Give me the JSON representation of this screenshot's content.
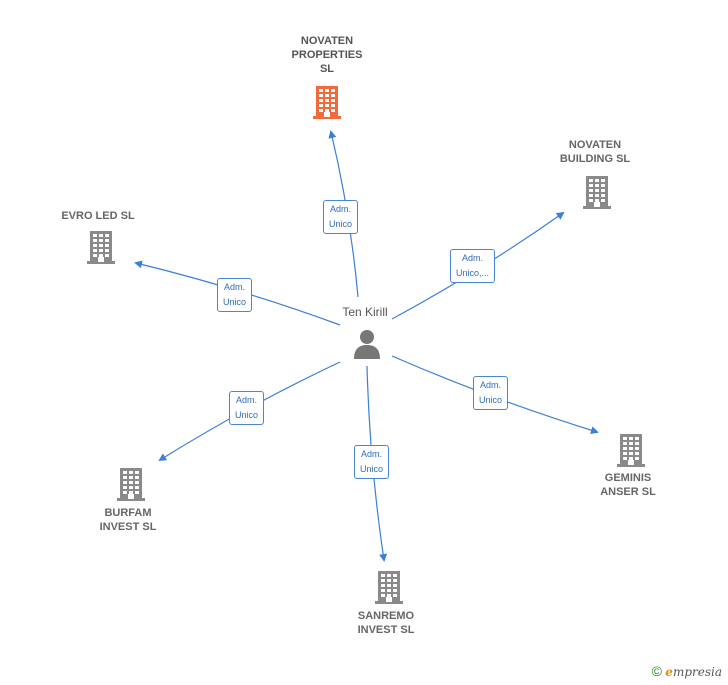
{
  "center": {
    "label": "Ten Kirill",
    "icon": "person-icon"
  },
  "companies": [
    {
      "id": "novaten-properties",
      "label": "NOVATEN\nPROPERTIES\nSL",
      "color": "#f26a3b",
      "icon": "building-icon"
    },
    {
      "id": "novaten-building",
      "label": "NOVATEN\nBUILDING  SL",
      "color": "#8a8a8a",
      "icon": "building-icon"
    },
    {
      "id": "evro-led",
      "label": "EVRO LED SL",
      "color": "#8a8a8a",
      "icon": "building-icon"
    },
    {
      "id": "geminis-anser",
      "label": "GEMINIS\nANSER  SL",
      "color": "#8a8a8a",
      "icon": "building-icon"
    },
    {
      "id": "burfam-invest",
      "label": "BURFAM\nINVEST  SL",
      "color": "#8a8a8a",
      "icon": "building-icon"
    },
    {
      "id": "sanremo-invest",
      "label": "SANREMO\nINVEST SL",
      "color": "#8a8a8a",
      "icon": "building-icon"
    }
  ],
  "edges": [
    {
      "target": "novaten-properties",
      "label": "Adm.\nUnico"
    },
    {
      "target": "novaten-building",
      "label": "Adm.\nUnico,..."
    },
    {
      "target": "evro-led",
      "label": "Adm.\nUnico"
    },
    {
      "target": "geminis-anser",
      "label": "Adm.\nUnico"
    },
    {
      "target": "burfam-invest",
      "label": "Adm.\nUnico"
    },
    {
      "target": "sanremo-invest",
      "label": "Adm.\nUnico"
    }
  ],
  "footer": {
    "copyright_symbol": "©",
    "brand_e": "e",
    "brand_rest": "mpresia"
  },
  "colors": {
    "edge": "#3b7fd6",
    "person": "#777777"
  }
}
